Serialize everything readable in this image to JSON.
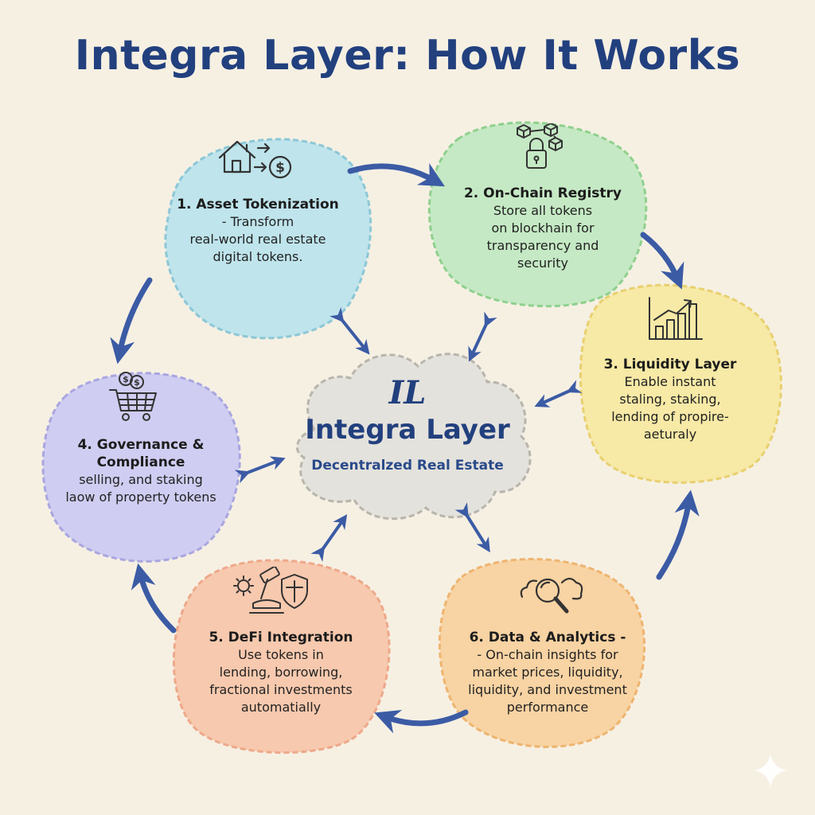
{
  "title": "Integra Layer: How It Works",
  "center": {
    "logo": "IL",
    "title": "Integra Layer",
    "subtitle": "Decentralzed Real Estate"
  },
  "nodes": [
    {
      "heading": "1. Asset Tokenization",
      "lines": [
        "- Transform",
        "real-world real estate",
        "digital tokens."
      ],
      "icon": "house-to-dollar-icon",
      "color": "#bfe4ec"
    },
    {
      "heading": "2. On-Chain Registry",
      "lines": [
        "Store all tokens",
        "on blockhain for",
        "transparency and",
        "security"
      ],
      "icon": "blockchain-lock-icon",
      "color": "#c5e9c4"
    },
    {
      "heading": "3. Liquidity Layer",
      "lines": [
        "Enable instant",
        "staling, staking,",
        "lending of propire-",
        "aeturaly"
      ],
      "icon": "bar-chart-growth-icon",
      "color": "#f7e9a6"
    },
    {
      "heading": "4. Governance &",
      "lines": [
        "Compliance",
        "selling, and staking",
        "laow of property tokens"
      ],
      "icon": "shopping-cart-coins-icon",
      "color": "#cfcdf1"
    },
    {
      "heading": "5. DeFi Integration",
      "lines": [
        "Use tokens in",
        "lending, borrowing,",
        "fractional investments",
        "automatially"
      ],
      "icon": "gear-gavel-shield-icon",
      "color": "#f7c9ae"
    },
    {
      "heading": "6. Data & Analytics -",
      "lines": [
        "- On-chain insights for",
        "market prices, liquidity,",
        "liquidity, and investment",
        "performance"
      ],
      "icon": "magnifier-cloud-icon",
      "color": "#f8d3a3"
    }
  ],
  "colors": {
    "title": "#22407e",
    "arrow": "#3b5ba5",
    "cloud": "#e4e2dc"
  }
}
